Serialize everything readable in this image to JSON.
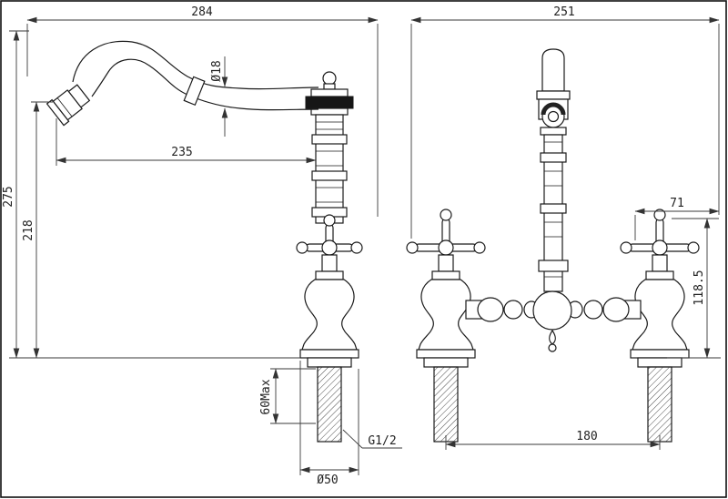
{
  "drawing": {
    "dims": {
      "overall_reach": "284",
      "spout_diameter": "Ø18",
      "spout_reach": "235",
      "overall_height": "275",
      "outlet_height": "218",
      "deck_thickness": "60Max",
      "thread_size": "G1/2",
      "base_diameter": "Ø50",
      "overall_width": "251",
      "handle_offset": "71",
      "body_height": "118.5",
      "inlet_centres": "180"
    }
  }
}
